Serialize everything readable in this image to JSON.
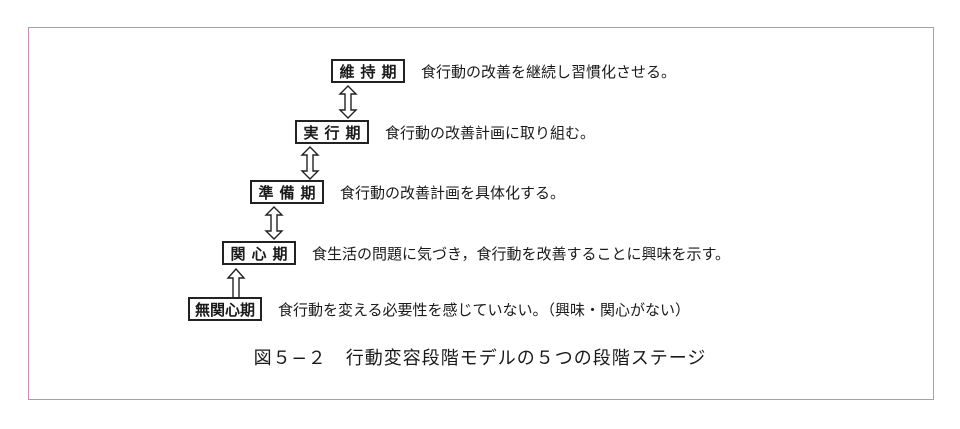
{
  "stages": [
    {
      "label": "維持期",
      "description": "食行動の改善を継続し習慣化させる。"
    },
    {
      "label": "実行期",
      "description": "食行動の改善計画に取り組む。"
    },
    {
      "label": "準備期",
      "description": "食行動の改善計画を具体化する。"
    },
    {
      "label": "関心期",
      "description": "食生活の問題に気づき，食行動を改善することに興味を示す。"
    },
    {
      "label": "無関心期",
      "description": "食行動を変える必要性を感じていない。（興味・関心がない）"
    }
  ],
  "arrows": [
    {
      "type": "double"
    },
    {
      "type": "double"
    },
    {
      "type": "double"
    },
    {
      "type": "up"
    }
  ],
  "caption": "図５−２　行動変容段階モデルの５つの段階ステージ",
  "colors": {
    "frame_border": "#c98ab8",
    "box_border": "#222222",
    "text": "#1a1a1a"
  }
}
